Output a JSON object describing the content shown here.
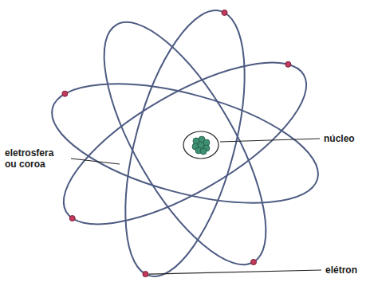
{
  "diagram": {
    "labels": [
      "eletrosfera ou coroa",
      "núcleo",
      "elétron"
    ]
  }
}
